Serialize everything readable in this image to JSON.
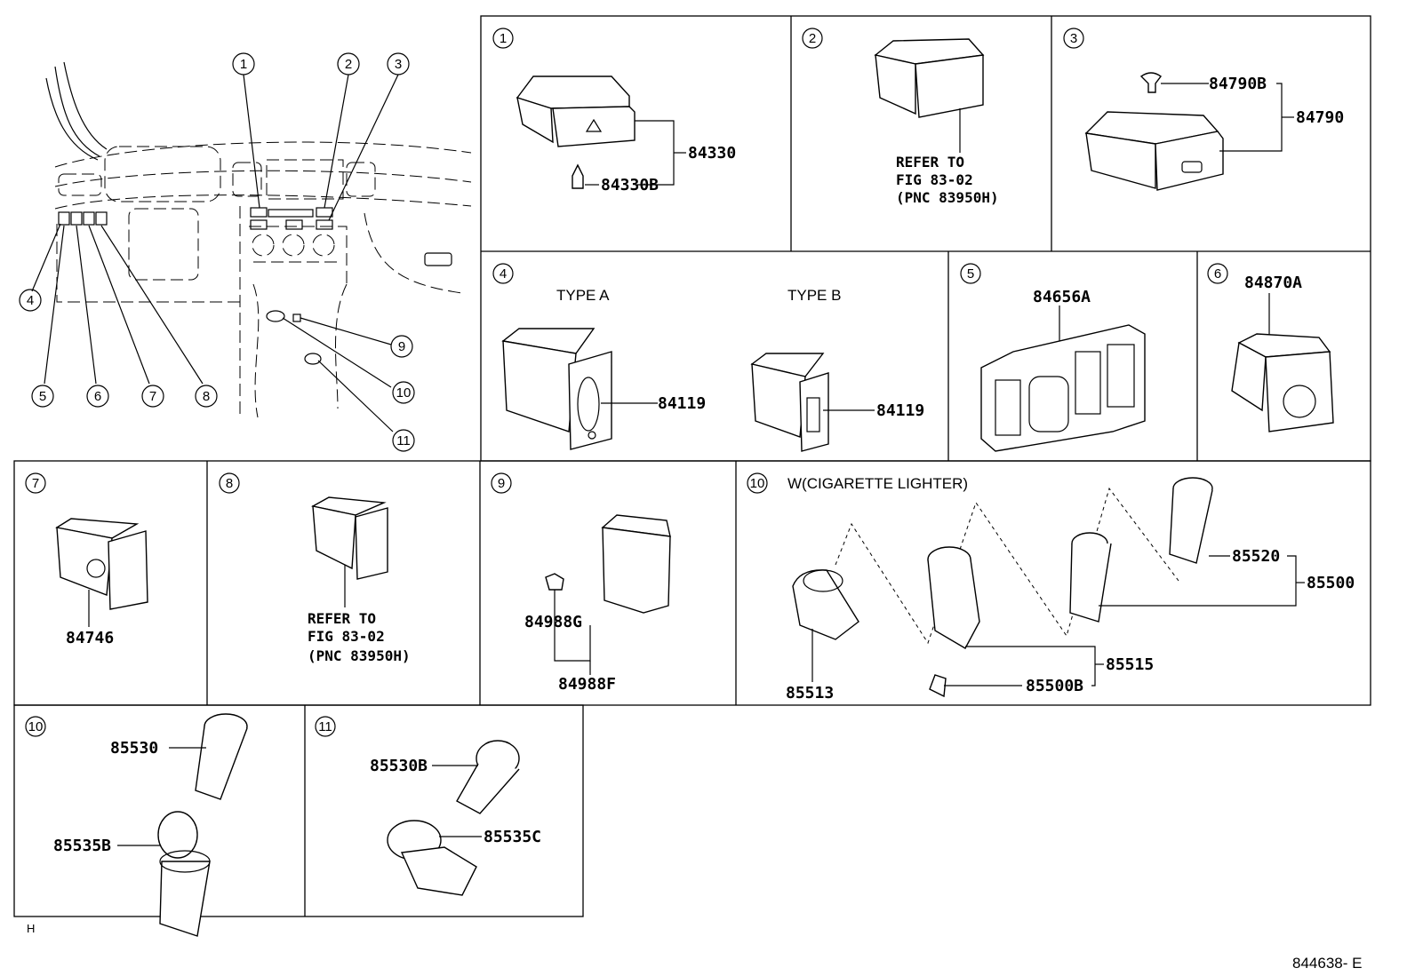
{
  "callouts": [
    "1",
    "2",
    "3",
    "4",
    "5",
    "6",
    "7",
    "8",
    "9",
    "10",
    "11"
  ],
  "panels": {
    "p1": {
      "index": "1",
      "parts": [
        "84330",
        "84330B"
      ]
    },
    "p2": {
      "index": "2",
      "refer": [
        "REFER TO",
        "FIG  83-02",
        "(PNC 83950H)"
      ]
    },
    "p3": {
      "index": "3",
      "parts": [
        "84790B",
        "84790"
      ]
    },
    "p4": {
      "index": "4",
      "type_a": "TYPE A",
      "type_b": "TYPE B",
      "part_a": "84119",
      "part_b": "84119"
    },
    "p5": {
      "index": "5",
      "parts": [
        "84656A"
      ]
    },
    "p6": {
      "index": "6",
      "parts": [
        "84870A"
      ]
    },
    "p7": {
      "index": "7",
      "parts": [
        "84746"
      ]
    },
    "p8": {
      "index": "8",
      "refer": [
        "REFER TO",
        "FIG  83-02",
        "(PNC 83950H)"
      ]
    },
    "p9": {
      "index": "9",
      "parts": [
        "84988G",
        "84988F"
      ]
    },
    "p10": {
      "index": "10",
      "caption": "W(CIGARETTE LIGHTER)",
      "parts": [
        "85520",
        "85500",
        "85515",
        "85500B",
        "85513"
      ]
    },
    "p10b": {
      "index": "10",
      "parts": [
        "85530",
        "85535B"
      ]
    },
    "p11": {
      "index": "11",
      "parts": [
        "85530B",
        "85535C"
      ]
    }
  },
  "footer": {
    "left_mark": "H",
    "figure_id": "844638- E"
  }
}
